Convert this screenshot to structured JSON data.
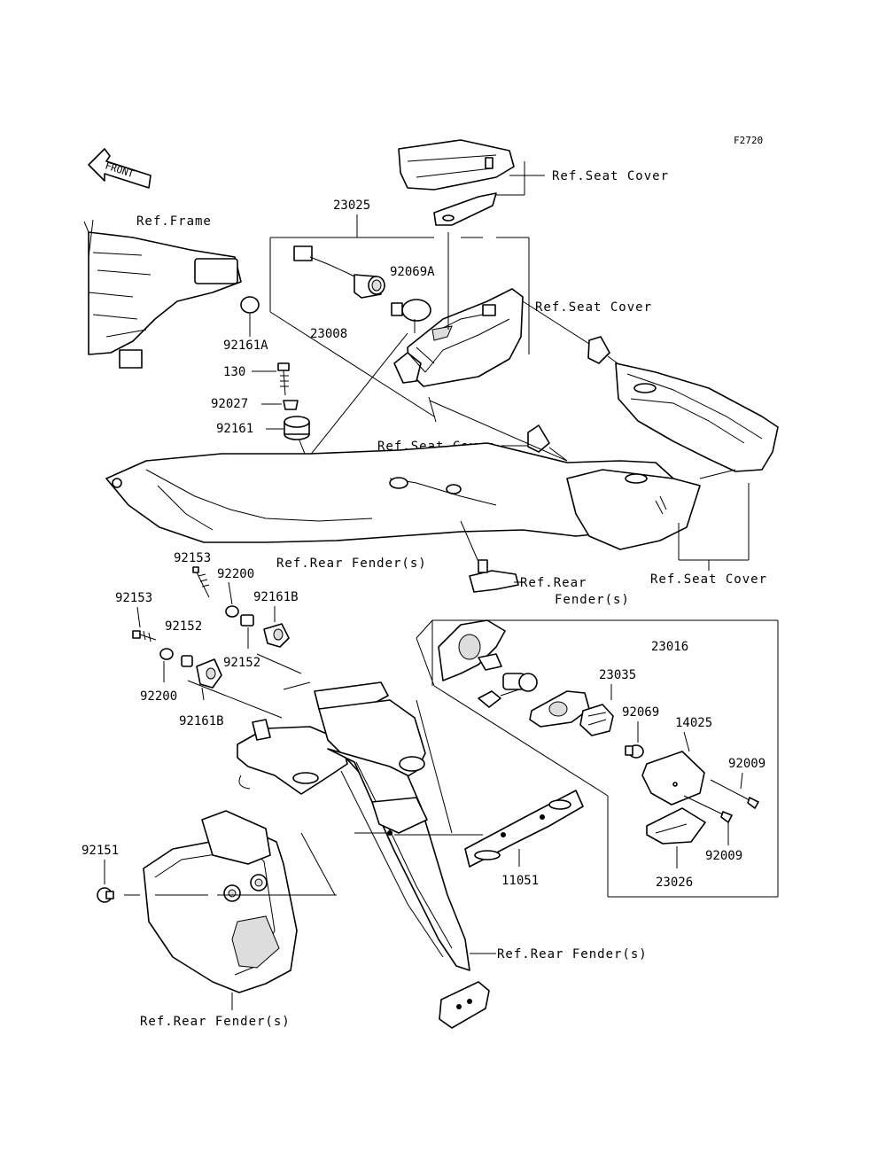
{
  "figure_code": "F2720",
  "front_label": "FRONT",
  "parts": {
    "p23025": "23025",
    "p92069A": "92069A",
    "p23008": "23008",
    "p92161A": "92161A",
    "p130": "130",
    "p92027": "92027",
    "p92161": "92161",
    "p92153a": "92153",
    "p92200a": "92200",
    "p92161Ba": "92161B",
    "p92153b": "92153",
    "p92152a": "92152",
    "p92152b": "92152",
    "p92200b": "92200",
    "p92161Bb": "92161B",
    "p23016": "23016",
    "p23035": "23035",
    "p92069": "92069",
    "p14025": "14025",
    "p92009a": "92009",
    "p92009b": "92009",
    "p23026": "23026",
    "p11051": "11051",
    "p92151": "92151"
  },
  "refs": {
    "seat_cover_1": "Ref.Seat Cover",
    "frame": "Ref.Frame",
    "seat_cover_2": "Ref.Seat Cover",
    "seat_cover_3": "Ref.Seat Cover",
    "seat_cover_4": "Ref.Seat Cover",
    "rear_fender_1": "Ref.Rear Fender(s)",
    "rear_fender_2a": "Ref.Rear",
    "rear_fender_2b": "Fender(s)",
    "rear_fender_3": "Ref.Rear Fender(s)",
    "rear_fender_4": "Ref.Rear Fender(s)"
  }
}
